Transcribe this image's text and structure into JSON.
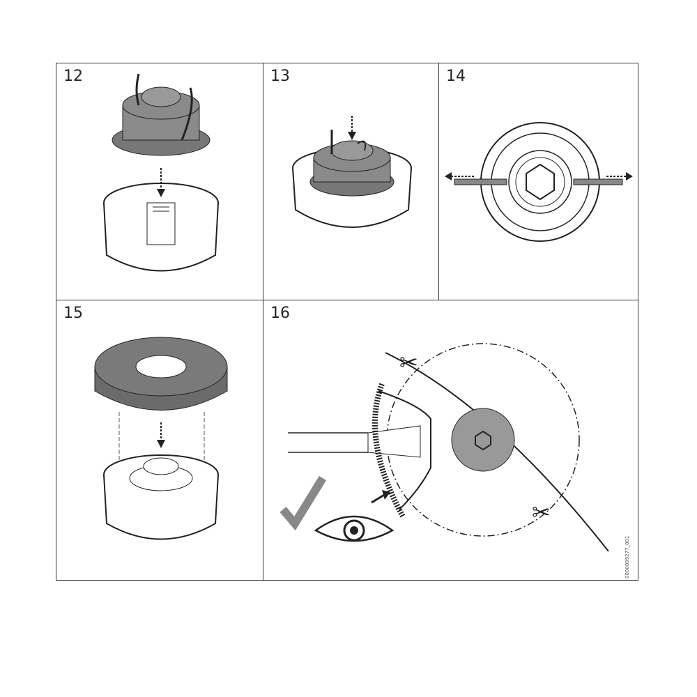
{
  "panels": [
    {
      "step": "12"
    },
    {
      "step": "13"
    },
    {
      "step": "14"
    },
    {
      "step": "15"
    },
    {
      "step": "16"
    }
  ],
  "reference_code": "0000099277_001",
  "colors": {
    "spool_gray": "#8a8a8a",
    "dark_gray": "#6b6b6b",
    "line": "#222222"
  }
}
